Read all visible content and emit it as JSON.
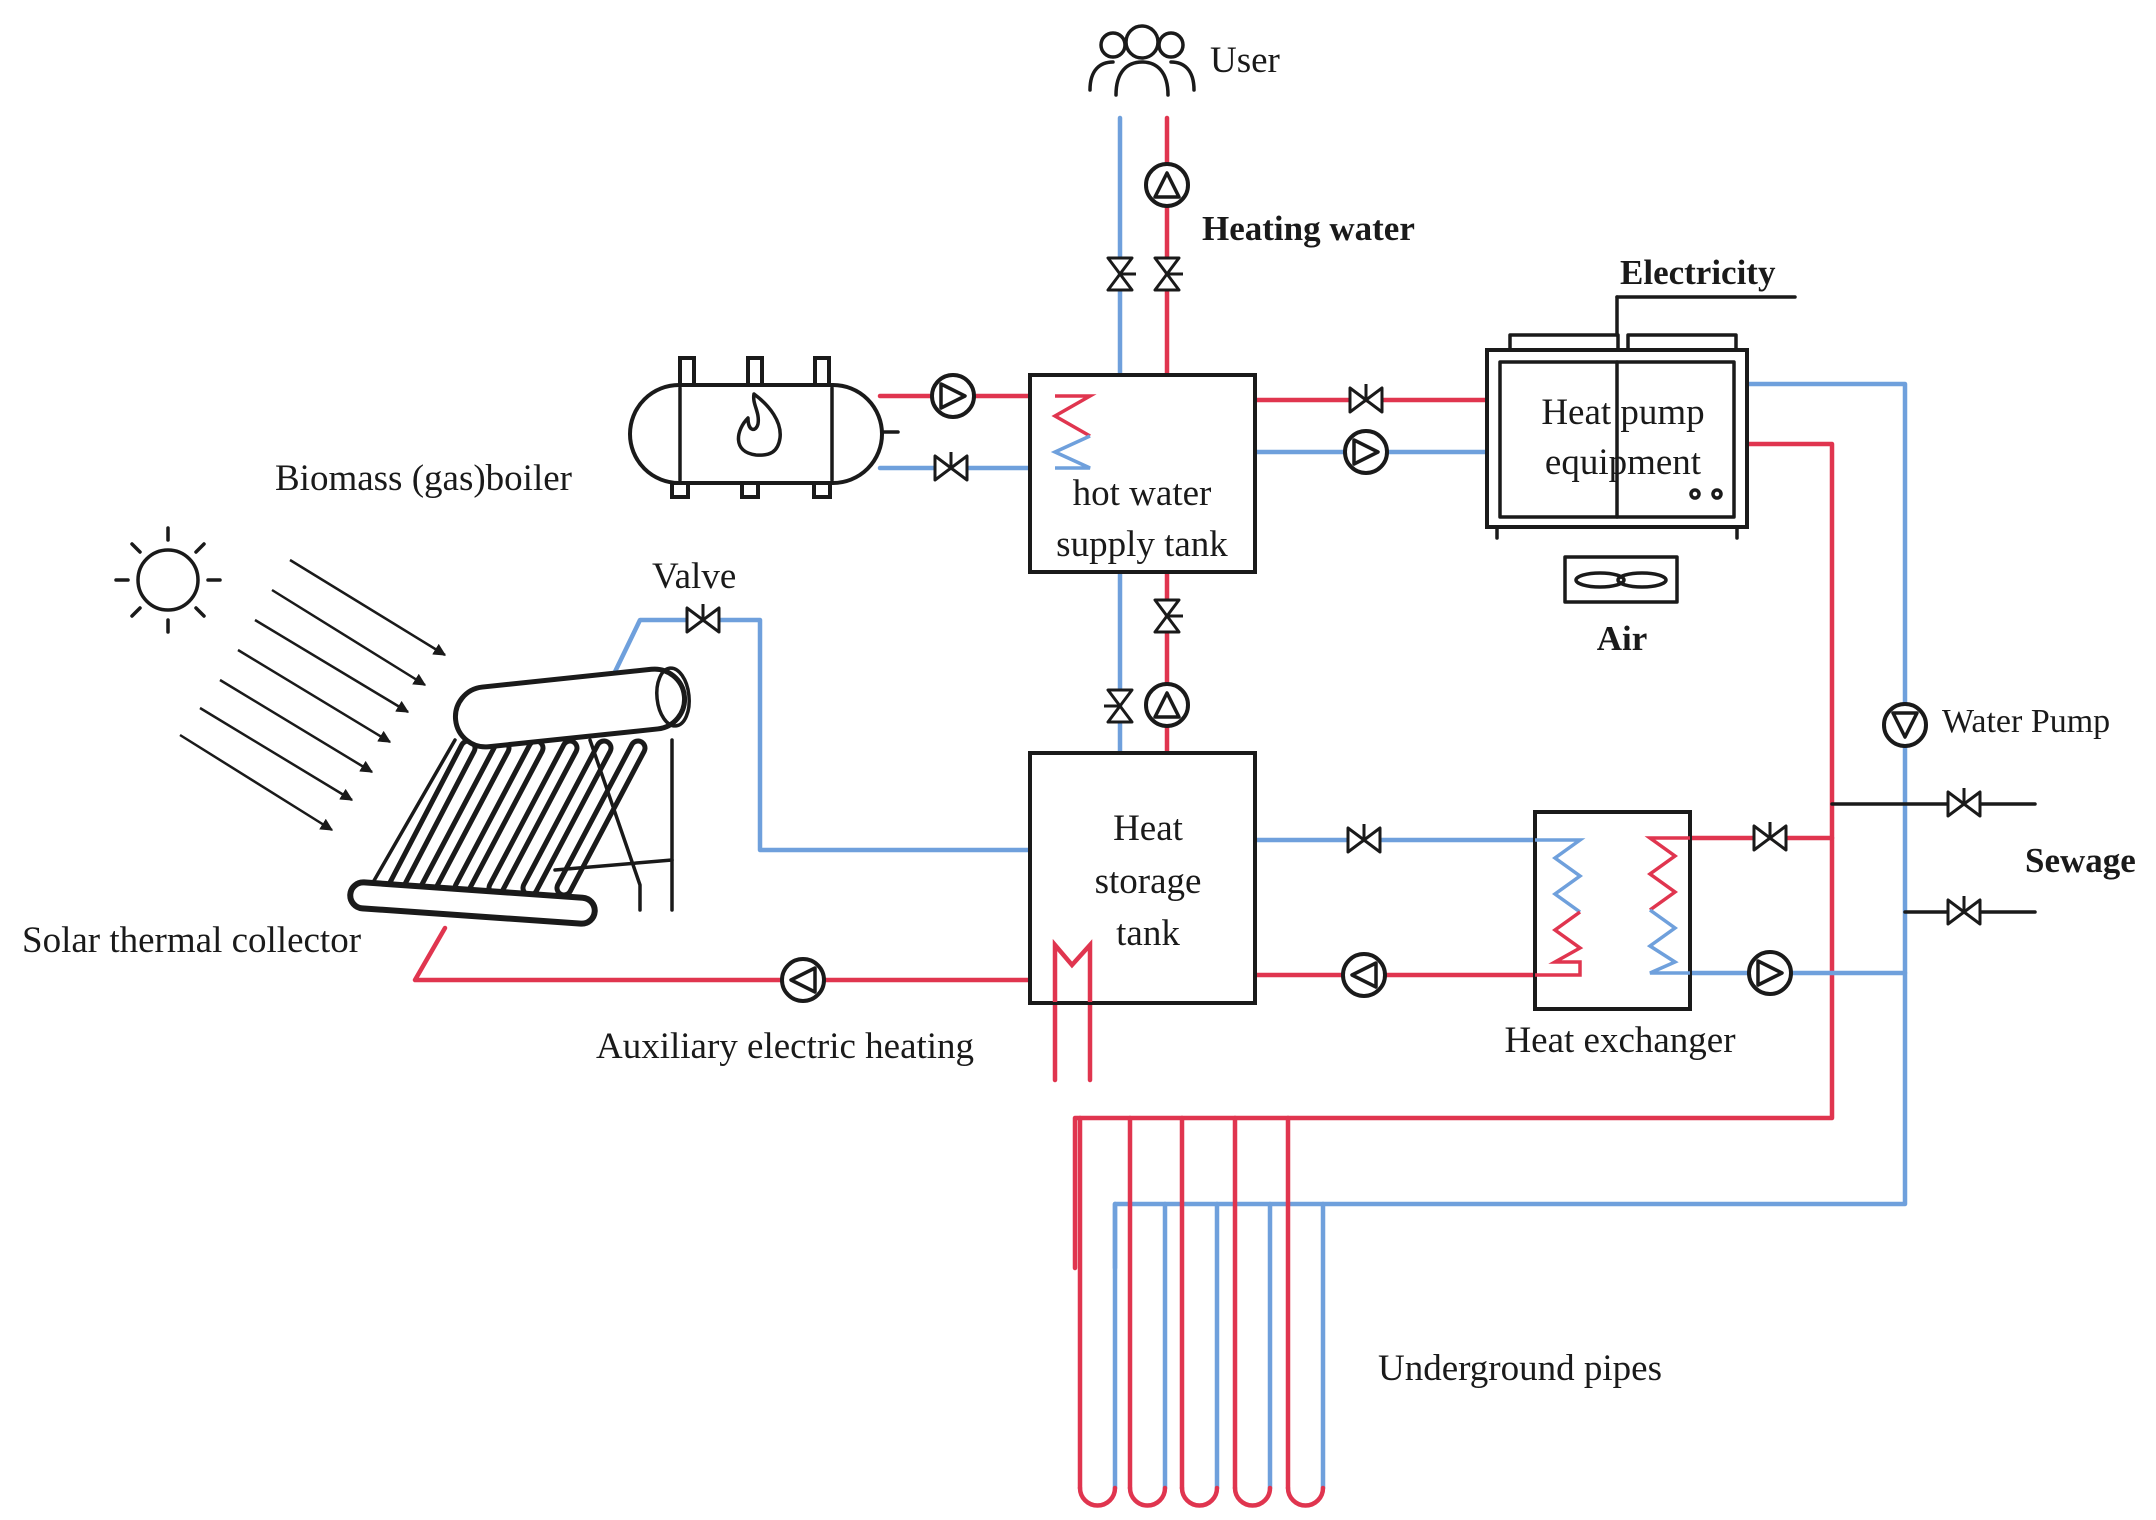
{
  "labels": {
    "user": "User",
    "heating_water": "Heating water",
    "electricity": "Electricity",
    "biomass_boiler": "Biomass (gas)boiler",
    "hot_water_tank_1": "hot water",
    "hot_water_tank_2": "supply tank",
    "heat_pump_1": "Heat pump",
    "heat_pump_2": "equipment",
    "air": "Air",
    "valve": "Valve",
    "water_pump": "Water Pump",
    "heat_storage_1": "Heat",
    "heat_storage_2": "storage",
    "heat_storage_3": "tank",
    "sewage": "Sewage",
    "solar_collector": "Solar thermal collector",
    "aux_heating": "Auxiliary electric heating",
    "heat_exchanger": "Heat exchanger",
    "underground_pipes": "Underground pipes"
  },
  "colors": {
    "hot_pipe": "#e0354f",
    "cold_pipe": "#6fa0dc",
    "outline": "#1a1a1a"
  }
}
